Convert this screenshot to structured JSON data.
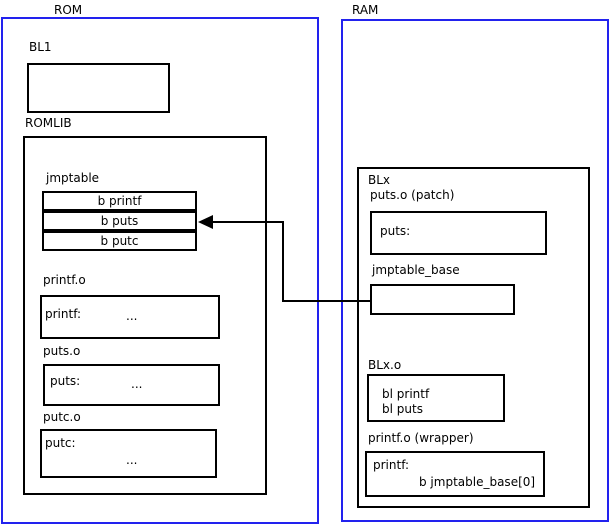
{
  "rom": {
    "title": "ROM",
    "bl1_label": "BL1",
    "romlib_label": "ROMLIB",
    "jmptable": {
      "label": "jmptable",
      "rows": [
        "b printf",
        "b puts",
        "b putc"
      ]
    },
    "printf_o": {
      "label": "printf.o",
      "sym": "printf:",
      "dots": "..."
    },
    "puts_o": {
      "label": "puts.o",
      "sym": "puts:",
      "dots": "..."
    },
    "putc_o": {
      "label": "putc.o",
      "sym": "putc:",
      "dots": "..."
    }
  },
  "ram": {
    "title": "RAM",
    "blx_label": "BLx",
    "puts_patch": {
      "label": "puts.o (patch)",
      "sym": "puts:"
    },
    "jmptable_base": {
      "label": "jmptable_base"
    },
    "blx_o": {
      "label": "BLx.o",
      "line1": "bl printf",
      "line2": "bl puts"
    },
    "printf_wrapper": {
      "label": "printf.o (wrapper)",
      "line1": "printf:",
      "line2": "b jmptable_base[0]"
    }
  },
  "colors": {
    "frame": "#2222ee",
    "box": "#000000",
    "bg": "#ffffff"
  }
}
